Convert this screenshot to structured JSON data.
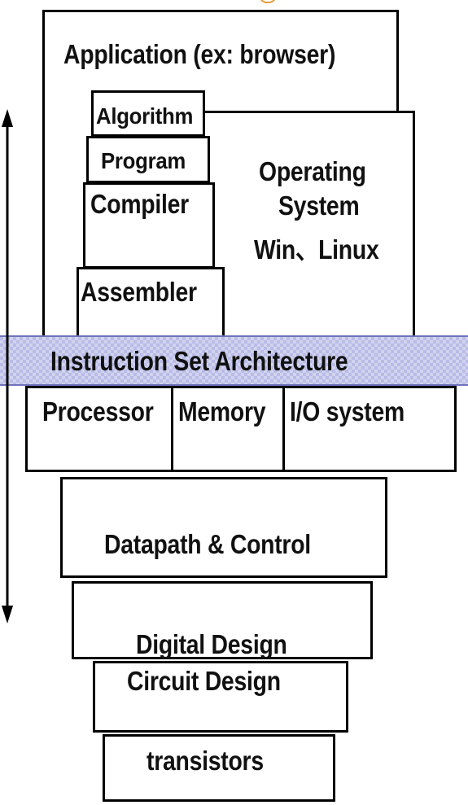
{
  "diagram": {
    "application": "Application (ex: browser)",
    "algorithm": "Algorithm",
    "program": "Program",
    "compiler": "Compiler",
    "assembler": "Assembler",
    "operating_system": {
      "line1": "Operating",
      "line2": "System",
      "line3": "Win、Linux"
    },
    "isa": "Instruction Set Architecture",
    "processor": "Processor",
    "memory": "Memory",
    "io_system": "I/O system",
    "datapath_control": "Datapath & Control",
    "digital_design": "Digital  Design",
    "circuit_design": "Circuit Design",
    "transistors": "transistors"
  },
  "colors": {
    "isa_band": "#b9bce6",
    "isa_border": "#6f74b8",
    "accent_orange": "#e79a3a"
  }
}
